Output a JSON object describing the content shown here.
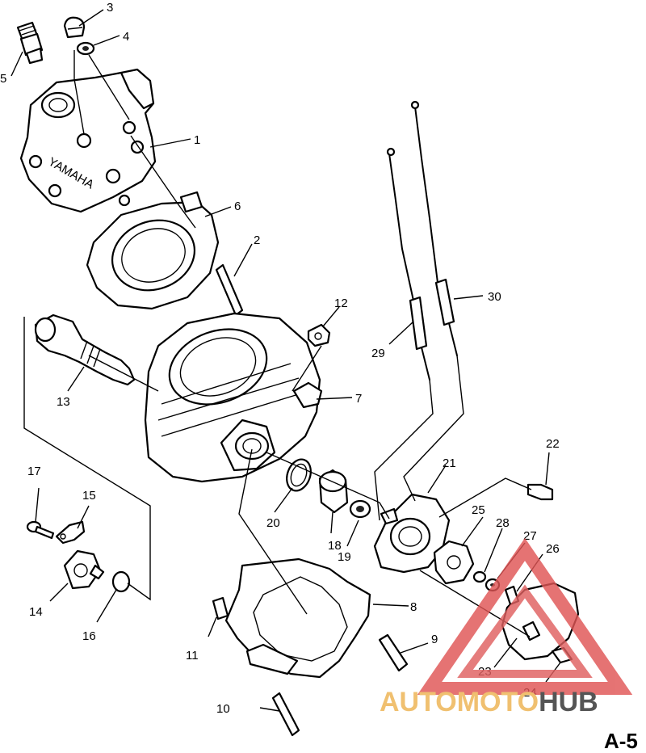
{
  "callouts": [
    "1",
    "2",
    "3",
    "4",
    "5",
    "6",
    "7",
    "8",
    "9",
    "10",
    "11",
    "12",
    "13",
    "14",
    "15",
    "16",
    "17",
    "18",
    "19",
    "20",
    "21",
    "22",
    "23",
    "24",
    "25",
    "26",
    "27",
    "28",
    "29",
    "30"
  ],
  "head_marking": "YAMAHA",
  "page_label": "A-5",
  "watermark": {
    "left": "AUTOMOTO",
    "right": "HUB",
    "colors": {
      "left": "#f0c070",
      "mid": "#e06060",
      "right": "#555555",
      "triangle": "#e05555"
    }
  }
}
